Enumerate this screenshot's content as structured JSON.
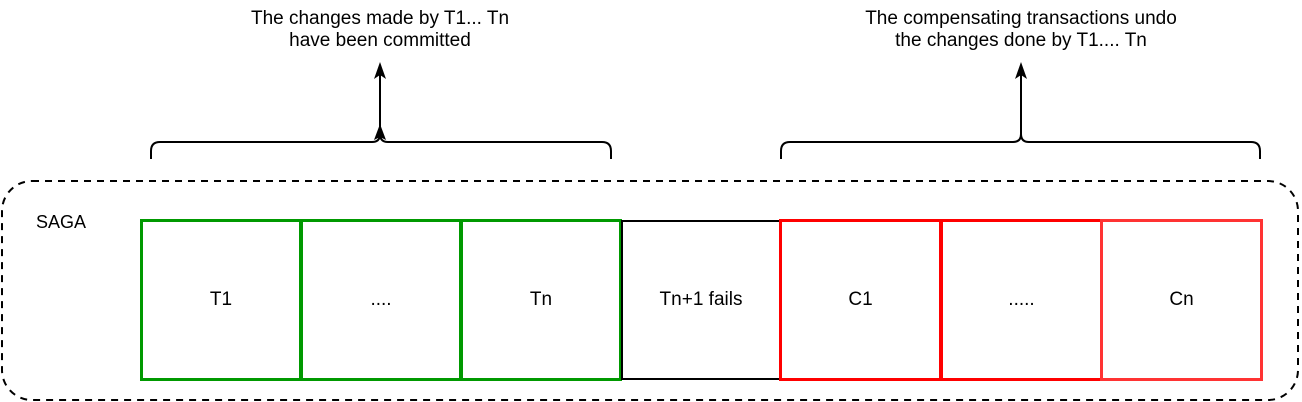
{
  "annotations": {
    "left": {
      "line1": "The changes made by T1... Tn",
      "line2": "have been committed"
    },
    "right": {
      "line1": "The compensating transactions undo",
      "line2": "the changes done by T1.... Tn"
    }
  },
  "saga": {
    "label": "SAGA",
    "steps": [
      {
        "label": "T1",
        "kind": "committed",
        "color": "#009900"
      },
      {
        "label": "....",
        "kind": "committed",
        "color": "#009900"
      },
      {
        "label": "Tn",
        "kind": "committed",
        "color": "#009900"
      },
      {
        "label": "Tn+1 fails",
        "kind": "failed",
        "color": "#000000"
      },
      {
        "label": "C1",
        "kind": "compensating",
        "color": "#ff0000"
      },
      {
        "label": ".....",
        "kind": "compensating",
        "color": "#ff0000"
      },
      {
        "label": "Cn",
        "kind": "compensating",
        "color": "#ff3333"
      }
    ]
  }
}
